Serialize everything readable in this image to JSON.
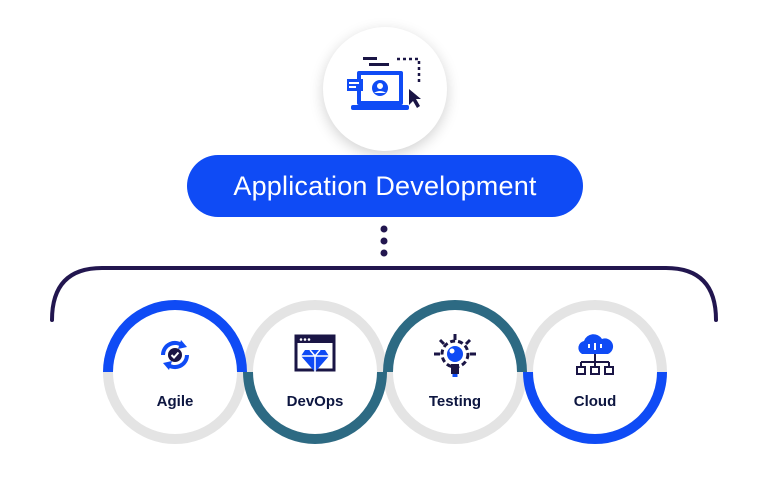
{
  "title": "Application Development",
  "colors": {
    "primary_blue": "#0f4bf5",
    "teal_ring": "#2d6a83",
    "grey_ring": "#e4e4e4",
    "navy_bracket": "#22164f",
    "icon_dark": "#1a1545"
  },
  "top_icon": "app-development-icon",
  "stages": [
    {
      "label": "Agile",
      "icon": "agile-cycle-icon"
    },
    {
      "label": "DevOps",
      "icon": "devops-diamond-icon"
    },
    {
      "label": "Testing",
      "icon": "testing-gear-icon"
    },
    {
      "label": "Cloud",
      "icon": "cloud-network-icon"
    }
  ]
}
